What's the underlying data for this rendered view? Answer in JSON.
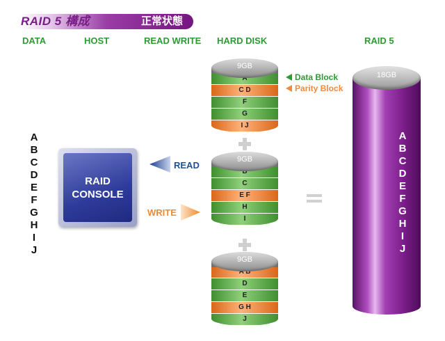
{
  "header": {
    "title": "RAID 5 構成",
    "status": "正常状態"
  },
  "columns": {
    "data": "DATA",
    "host": "HOST",
    "read_write": "READ WRITE",
    "hard_disk": "HARD DISK",
    "raid5": "RAID 5"
  },
  "data_letters": [
    "A",
    "B",
    "C",
    "D",
    "E",
    "F",
    "G",
    "H",
    "I",
    "J"
  ],
  "console": {
    "line1": "RAID",
    "line2": "CONSOLE"
  },
  "read_label": "READ",
  "write_label": "WRITE",
  "legend": {
    "data_block": "Data Block",
    "parity_block": "Parity Block"
  },
  "disks": [
    {
      "capacity": "9GB",
      "blocks": [
        {
          "label": "A",
          "type": "data"
        },
        {
          "label": "C D",
          "type": "parity"
        },
        {
          "label": "F",
          "type": "data"
        },
        {
          "label": "G",
          "type": "data"
        },
        {
          "label": "I J",
          "type": "parity"
        }
      ]
    },
    {
      "capacity": "9GB",
      "blocks": [
        {
          "label": "B",
          "type": "data"
        },
        {
          "label": "C",
          "type": "data"
        },
        {
          "label": "E F",
          "type": "parity"
        },
        {
          "label": "H",
          "type": "data"
        },
        {
          "label": "I",
          "type": "data"
        }
      ]
    },
    {
      "capacity": "9GB",
      "blocks": [
        {
          "label": "A B",
          "type": "parity"
        },
        {
          "label": "D",
          "type": "data"
        },
        {
          "label": "E",
          "type": "data"
        },
        {
          "label": "G H",
          "type": "parity"
        },
        {
          "label": "J",
          "type": "data"
        }
      ]
    }
  ],
  "raid5": {
    "capacity": "18GB",
    "letters": [
      "A",
      "B",
      "C",
      "D",
      "E",
      "F",
      "G",
      "H",
      "I",
      "J"
    ]
  },
  "colors": {
    "header_purple": "#7a1d86",
    "column_green": "#2e9a33",
    "data_green": "#5aa845",
    "parity_orange": "#f08a3c",
    "read_blue": "#1f4f9a",
    "write_orange": "#f08a2c",
    "raid5_purple": "#8b2b9b"
  }
}
